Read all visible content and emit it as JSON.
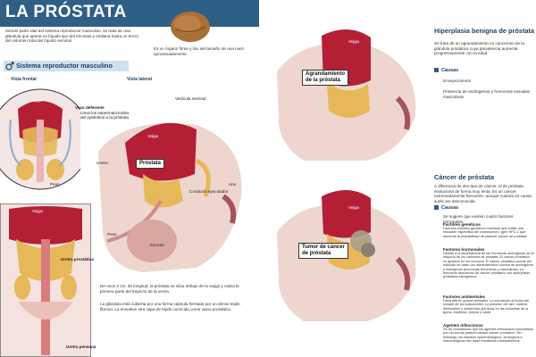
{
  "header": {
    "title": "LA PRÓSTATA",
    "intro": "Siendo parte vital del sistema reproductor masculino, se trata de una glándula que aporta un líquido tipo del encimas y ondiana hasta un tercio del volumen total del líquido seminal",
    "walnut_caption": "Es un órgano firme y liso del tamaño de una nuez aproximadamente"
  },
  "system": {
    "title": "Sistema reproductor masculino",
    "front_view": "Vista frontal",
    "side_view": "Vista lateral",
    "vas_deferens_label": "Vaso deferente",
    "vas_deferens_desc": "Lleva los espermatozoides del epidídimo a la próstata",
    "penis_label": "Pene"
  },
  "lateral": {
    "seminal_vesicle": "Vesícula seminal",
    "urethra": "Uretra",
    "prostate": "Próstata",
    "ejaculatory_duct": "Conducto eyaculador",
    "anus": "Ano",
    "penis": "Pene",
    "scrotum": "Escroto",
    "bladder": "Vejiga"
  },
  "closeup": {
    "bladder": "Vejiga",
    "prostatic_urethra": "Uretra prostática",
    "penile_urethra": "Uretra peneana"
  },
  "description": {
    "p1": "De unos 3 cm. de longitud, la próstata se sitúa debajo de la vejiga y rodea la primera parte del trayecto de la uretra.",
    "p2": "La glándula está cubierta por una forma cápsula formada por un denso tejido fibroso. La envuelve otra capa de tejido conocida como vaina prostática."
  },
  "bph": {
    "title": "Hiperplasia benigna de próstata",
    "desc": "Se trata de un agrandamiento no canceroso de la glándula prostática cuya prevalencia aumenta progresivamente con la edad",
    "tag": "Agrandamiento\nde la próstata",
    "bladder": "Vejiga",
    "causes_title": "Causas",
    "causes": [
      "Envejecimiento",
      "Presencia de andrógenos u hormonas sexuales masculinas"
    ]
  },
  "cancer": {
    "title": "Cáncer de próstata",
    "desc": "A diferencia de otro tipo de cáncer, el de próstata evoluciona de forma muy lenta. Es un cáncer extremadamente frecuente, aunque cuando es causa suele ser desconocida.",
    "tag": "Tumor de cáncer\nde próstata",
    "bladder": "Vejiga",
    "causes_title": "Causas",
    "causes_intro": "Se sugiere que existen cuatro factores principales:",
    "factors": [
      {
        "name": "Factores genéticos",
        "text": "Diversos estudios genéticos muestran que existe una mutación específica del cromosoma 1 (gen HPC-1 que aumenta la probabilidad de padecer cáncer de próstata."
      },
      {
        "name": "Factores hormonales",
        "text": "Debido a la dependencia de las hormonas andrógenas de la mayoría de los cánceres de próstata. El cáncer prostático no aparece en los eunucos. El cáncer prostático puede ser inducido en ratas con administración crónica de andrógenos y estrógenos (hormonas femeninas y masculinas). La frecuente asociación de cáncer prostático con hiperplasia prostática estrogénica."
      },
      {
        "name": "Factores ambientales",
        "text": "Dieta alta en grasas animales. La exposición al humo del escape de los automóviles. La polución del aire, cadmio, fertilizantes y sustancias químicas en las industrias de la goma, imprenta, pintura y naval."
      },
      {
        "name": "Agentes infecciosos",
        "text": "Se ha considerado que los agentes infecciosos transmitidos por vía sexual podrían causar cáncer prostático. Sin embargo, los estudios epidemiológicos, virológicos e inmunológicos han dado resultados contradictorios."
      }
    ]
  },
  "colors": {
    "title_bar": "#2f5f86",
    "section_bar": "#cfe1ef",
    "heading": "#1c3e5c",
    "tissue_pink": "#e9b6b3",
    "bladder_red": "#b51f35",
    "prostate_yellow": "#e7b85a"
  }
}
